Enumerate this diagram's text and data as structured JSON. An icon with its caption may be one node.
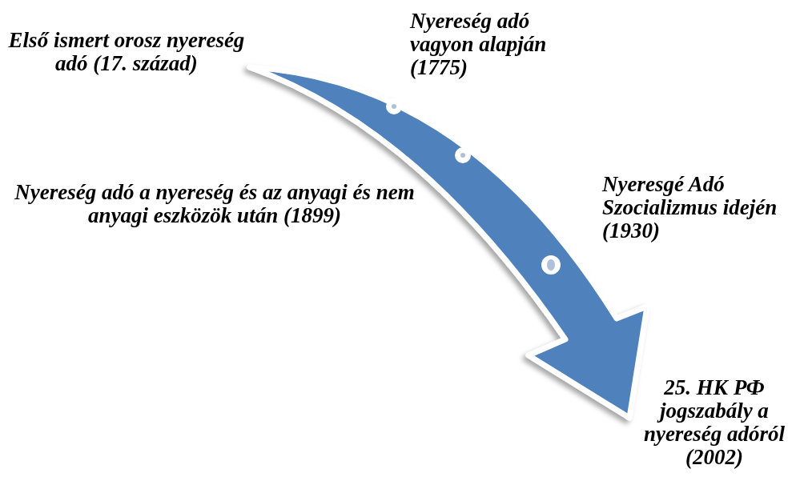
{
  "diagram": {
    "labels": [
      "Első ismert orosz nyereség adó (17. század)",
      "Nyereség adó vagyon alapján (1775)",
      "Nyereség adó a nyereség és az anyagi és nem anyagi eszközök után (1899)",
      "Nyeresgé Adó Szocializmus idején (1930)",
      "25. НК РФ jogszabály a nyereség adóról (2002)"
    ]
  }
}
